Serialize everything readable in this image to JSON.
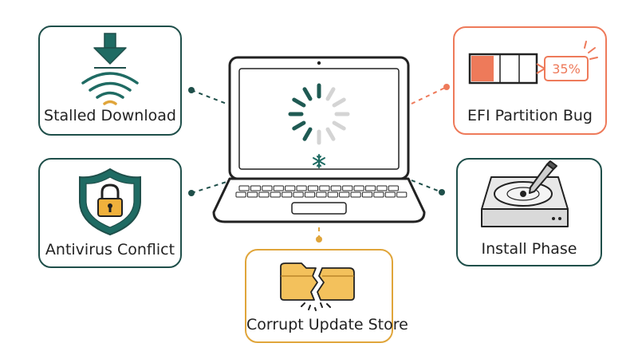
{
  "nodes": {
    "stalled_download": {
      "label": "Stalled Download"
    },
    "antivirus_conflict": {
      "label": "Antivirus Conflict"
    },
    "corrupt_update_store": {
      "label": "Corrupt Update Store"
    },
    "efi_partition_bug": {
      "label": "EFI Partition Bug",
      "progress_label": "35%",
      "progress_fraction": 0.35
    },
    "install_phase": {
      "label": "Install Phase"
    }
  },
  "colors": {
    "teal": "#1f4f4a",
    "orange": "#ee7a5a",
    "amber": "#e0a53a",
    "folder": "#f3c15c"
  }
}
